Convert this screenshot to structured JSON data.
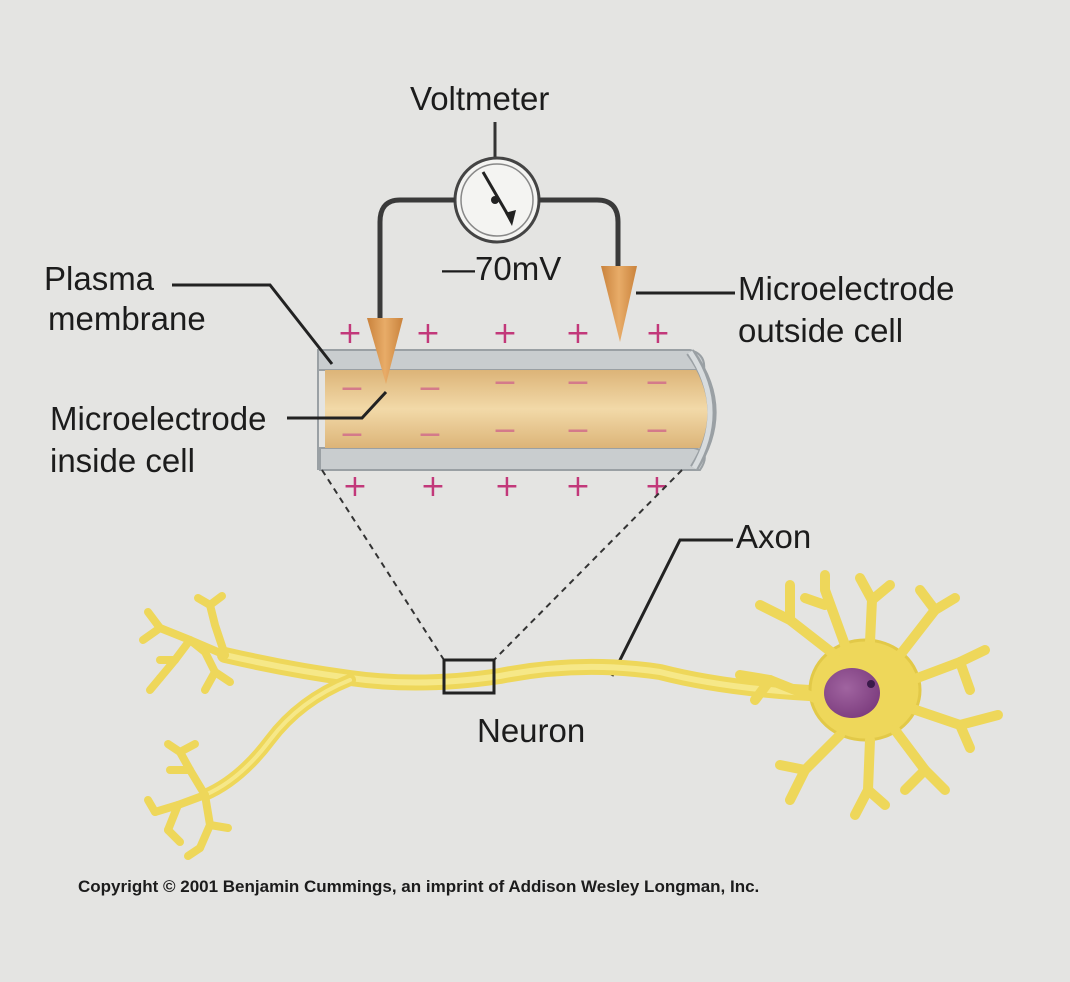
{
  "labels": {
    "voltmeter": "Voltmeter",
    "reading": "—70mV",
    "plasma_membrane_line1": "Plasma",
    "plasma_membrane_line2": "membrane",
    "electrode_outside_line1": "Microelectrode",
    "electrode_outside_line2": "outside cell",
    "electrode_inside_line1": "Microelectrode",
    "electrode_inside_line2": "inside cell",
    "axon": "Axon",
    "neuron": "Neuron"
  },
  "charges": {
    "outside": "+",
    "inside": "−"
  },
  "copyright": "Copyright © 2001 Benjamin Cummings, an imprint of Addison Wesley Longman, Inc.",
  "colors": {
    "background": "#e4e4e2",
    "membrane": "#c9cdcf",
    "cytoplasm": "#ecc993",
    "electrode": "#de9a4f",
    "neuron": "#f0dc62",
    "nucleus": "#8e4a8e",
    "positive_charge": "#c2387a",
    "negative_charge": "#d47a8a"
  }
}
